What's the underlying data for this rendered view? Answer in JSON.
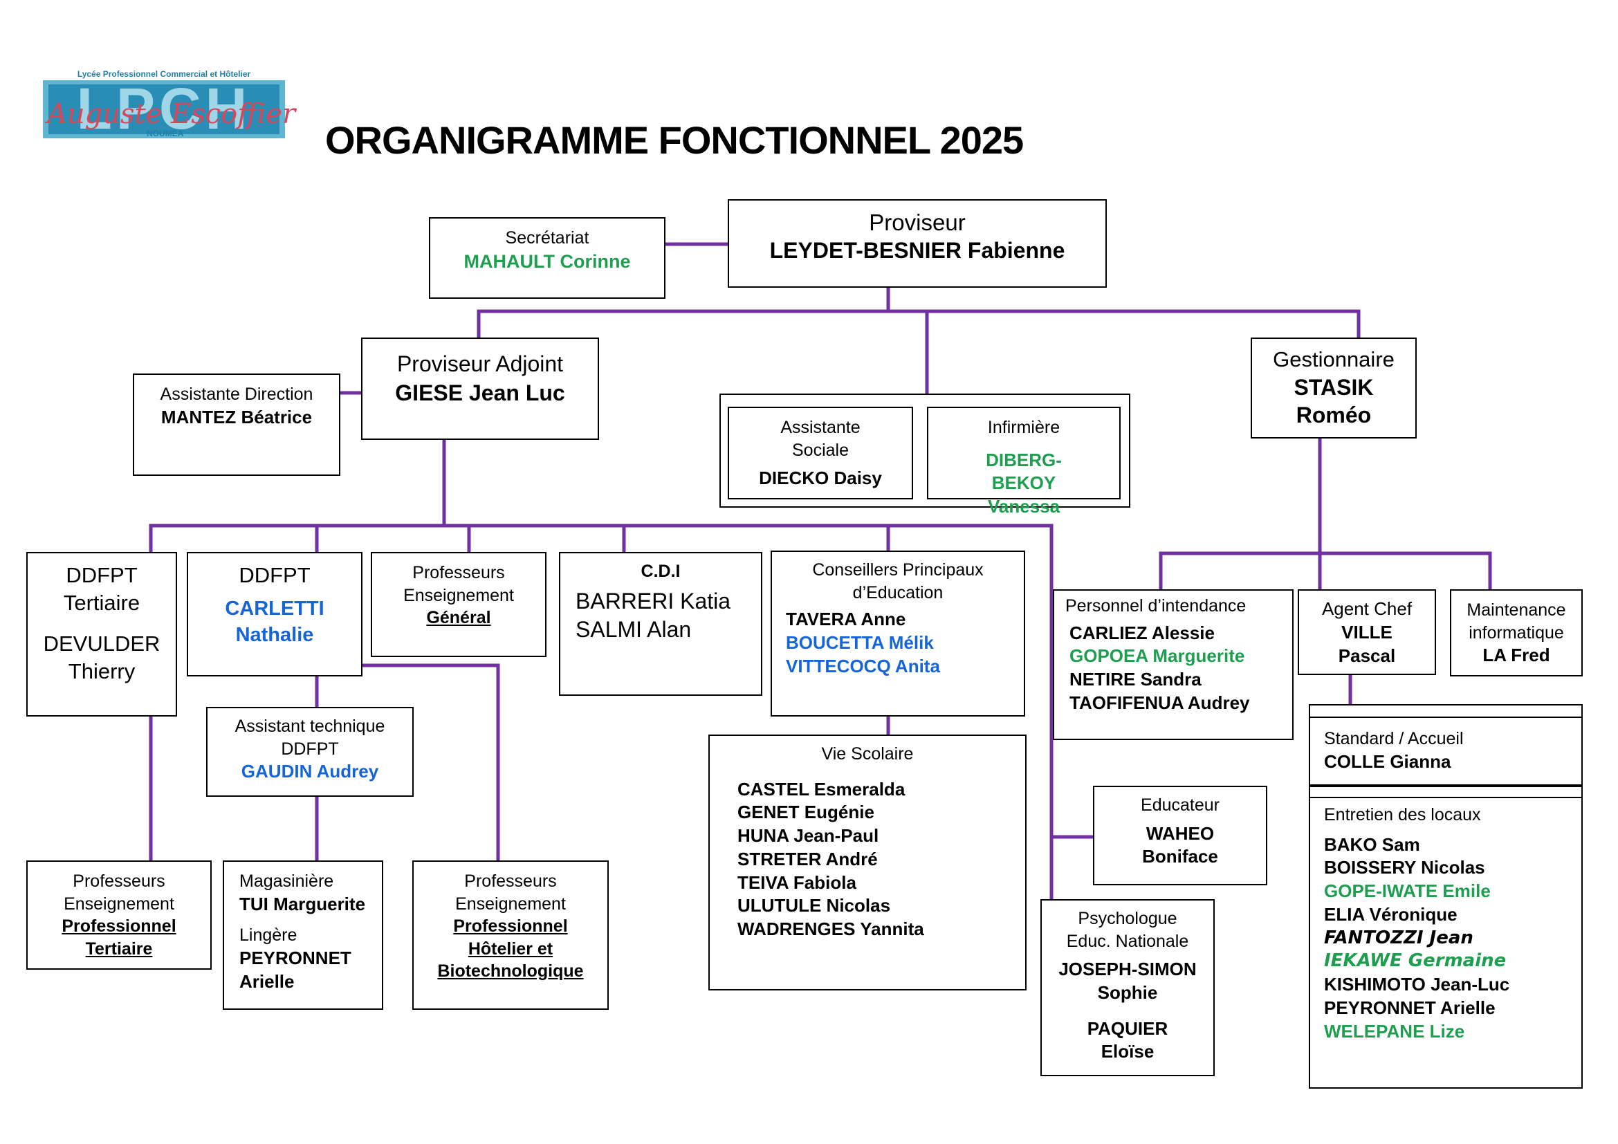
{
  "title": "ORGANIGRAMME FONCTIONNEL 2025",
  "logo": {
    "school": "Lycée Professionnel Commercial et Hôtelier",
    "initials": "LPCH",
    "wordmark": "Auguste Escoffier",
    "city": "NOUMEA"
  },
  "colors": {
    "connector": "#7030a0",
    "green": "#1e9e4f",
    "blue": "#1565d8"
  },
  "nodes": {
    "proviseur": {
      "label": "Proviseur",
      "name": "LEYDET-BESNIER Fabienne"
    },
    "secretariat": {
      "label": "Secrétariat",
      "name": "MAHAULT Corinne"
    },
    "adjoint": {
      "label": "Proviseur Adjoint",
      "name": "GIESE Jean Luc"
    },
    "assistante_direction": {
      "label": "Assistante Direction",
      "name": "MANTEZ Béatrice"
    },
    "assistante_sociale": {
      "label": "Assistante Sociale",
      "name": "DIECKO Daisy"
    },
    "infirmiere": {
      "label": "Infirmière",
      "name": "DIBERG-BEKOY Vanessa"
    },
    "gestionnaire": {
      "label": "Gestionnaire",
      "name": "STASIK Roméo"
    },
    "ddfpt_tertiaire": {
      "label": "DDFPT Tertiaire",
      "name": "DEVULDER Thierry"
    },
    "ddfpt": {
      "label": "DDFPT",
      "name": "CARLETTI Nathalie"
    },
    "prof_general": {
      "label": "Professeurs Enseignement",
      "sub": "Général"
    },
    "cdi": {
      "label": "C.D.I",
      "names": [
        "BARRERI Katia",
        "SALMI Alan"
      ]
    },
    "cpe": {
      "label": "Conseillers Principaux d’Education",
      "names": [
        "TAVERA Anne",
        "BOUCETTA Mélik",
        "VITTECOCQ Anita"
      ]
    },
    "intendance": {
      "label": "Personnel d’intendance",
      "names": [
        "CARLIEZ Alessie",
        "GOPOEA Marguerite",
        "NETIRE Sandra",
        "TAOFIFENUA Audrey"
      ]
    },
    "agent_chef": {
      "label": "Agent Chef",
      "name": "VILLE Pascal"
    },
    "maintenance": {
      "label": "Maintenance informatique",
      "name": "LA Fred"
    },
    "assistant_technique": {
      "label": "Assistant technique DDFPT",
      "name": "GAUDIN Audrey"
    },
    "vie_scolaire": {
      "label": "Vie Scolaire",
      "names": [
        "CASTEL Esmeralda",
        "GENET Eugénie",
        "HUNA Jean-Paul",
        "STRETER André",
        "TEIVA Fabiola",
        "ULUTULE Nicolas",
        "WADRENGES Yannita"
      ]
    },
    "educateur": {
      "label": "Educateur",
      "name": "WAHEO Boniface"
    },
    "psychologue": {
      "label": "Psychologue Educ. Nationale",
      "names": [
        "JOSEPH-SIMON Sophie",
        "PAQUIER Eloïse"
      ]
    },
    "standard": {
      "label": "Standard / Accueil",
      "name": "COLLE Gianna"
    },
    "entretien": {
      "label": "Entretien des locaux",
      "names": [
        "BAKO Sam",
        "BOISSERY Nicolas",
        "GOPE-IWATE Emile",
        "ELIA Véronique",
        "FANTOZZI Jean",
        "IEKAWE Germaine",
        "KISHIMOTO Jean-Luc",
        "PEYRONNET Arielle",
        "WELEPANE Lize"
      ]
    },
    "prof_pro_tertiaire": {
      "label": "Professeurs Enseignement",
      "sub": "Professionnel Tertiaire"
    },
    "magasiniere": {
      "label": "Magasinière",
      "name": "TUI Marguerite",
      "label2": "Lingère",
      "name2": "PEYRONNET Arielle"
    },
    "prof_pro_hotelier": {
      "label": "Professeurs Enseignement",
      "sub": "Professionnel Hôtelier et Biotechnologique"
    }
  }
}
